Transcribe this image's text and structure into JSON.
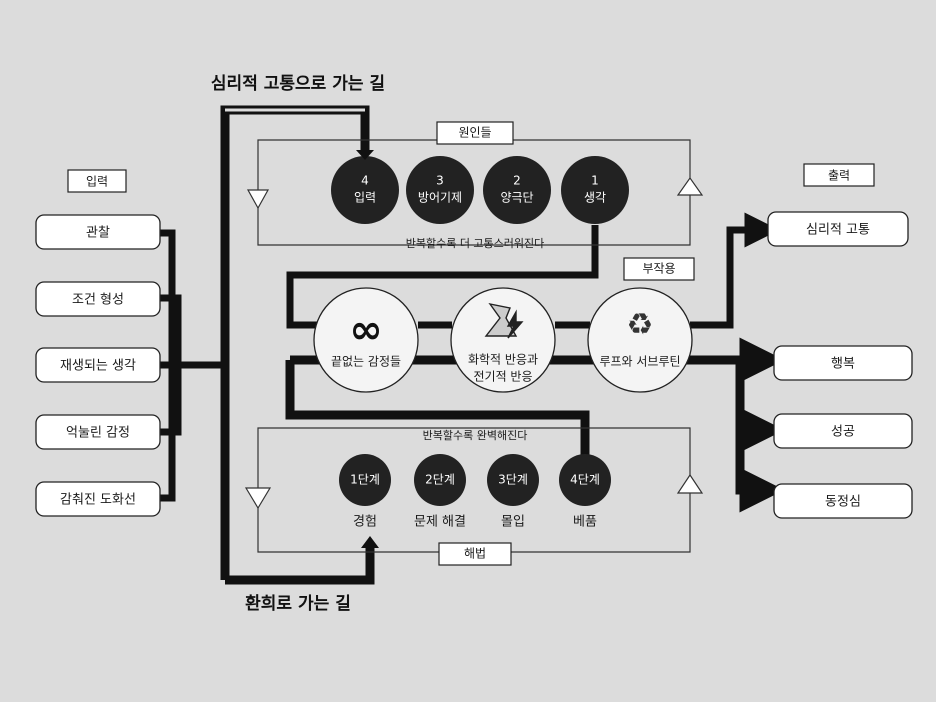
{
  "titles": {
    "top_path": "심리적 고통으로 가는 길",
    "bottom_path": "환희로 가는 길"
  },
  "input": {
    "header": "입력",
    "items": [
      "관찰",
      "조건 형성",
      "재생되는 생각",
      "억눌린 감정",
      "감춰진 도화선"
    ]
  },
  "output": {
    "header": "출력",
    "items": [
      "심리적 고통",
      "행복",
      "성공",
      "동정심"
    ]
  },
  "causes": {
    "tag": "원인들",
    "note": "반복할수록 더 고통스러워진다",
    "steps": [
      {
        "num": "4",
        "label": "입력"
      },
      {
        "num": "3",
        "label": "방어기제"
      },
      {
        "num": "2",
        "label": "양극단"
      },
      {
        "num": "1",
        "label": "생각"
      }
    ]
  },
  "side_effect": "부작용",
  "processes": [
    {
      "line1": "끝없는 감정들",
      "line2": ""
    },
    {
      "line1": "화학적 반응과",
      "line2": "전기적 반응"
    },
    {
      "line1": "루프와 서브루틴",
      "line2": ""
    }
  ],
  "solution": {
    "tag": "해법",
    "note": "반복할수록 완벽해진다",
    "steps": [
      {
        "stage": "1단계",
        "label": "경험"
      },
      {
        "stage": "2단계",
        "label": "문제 해결"
      },
      {
        "stage": "3단계",
        "label": "몰입"
      },
      {
        "stage": "4단계",
        "label": "베품"
      }
    ]
  },
  "colors": {
    "background": "#dcdcdc",
    "ink": "#1a1a1a",
    "box": "#ffffff",
    "dot": "#222222"
  }
}
